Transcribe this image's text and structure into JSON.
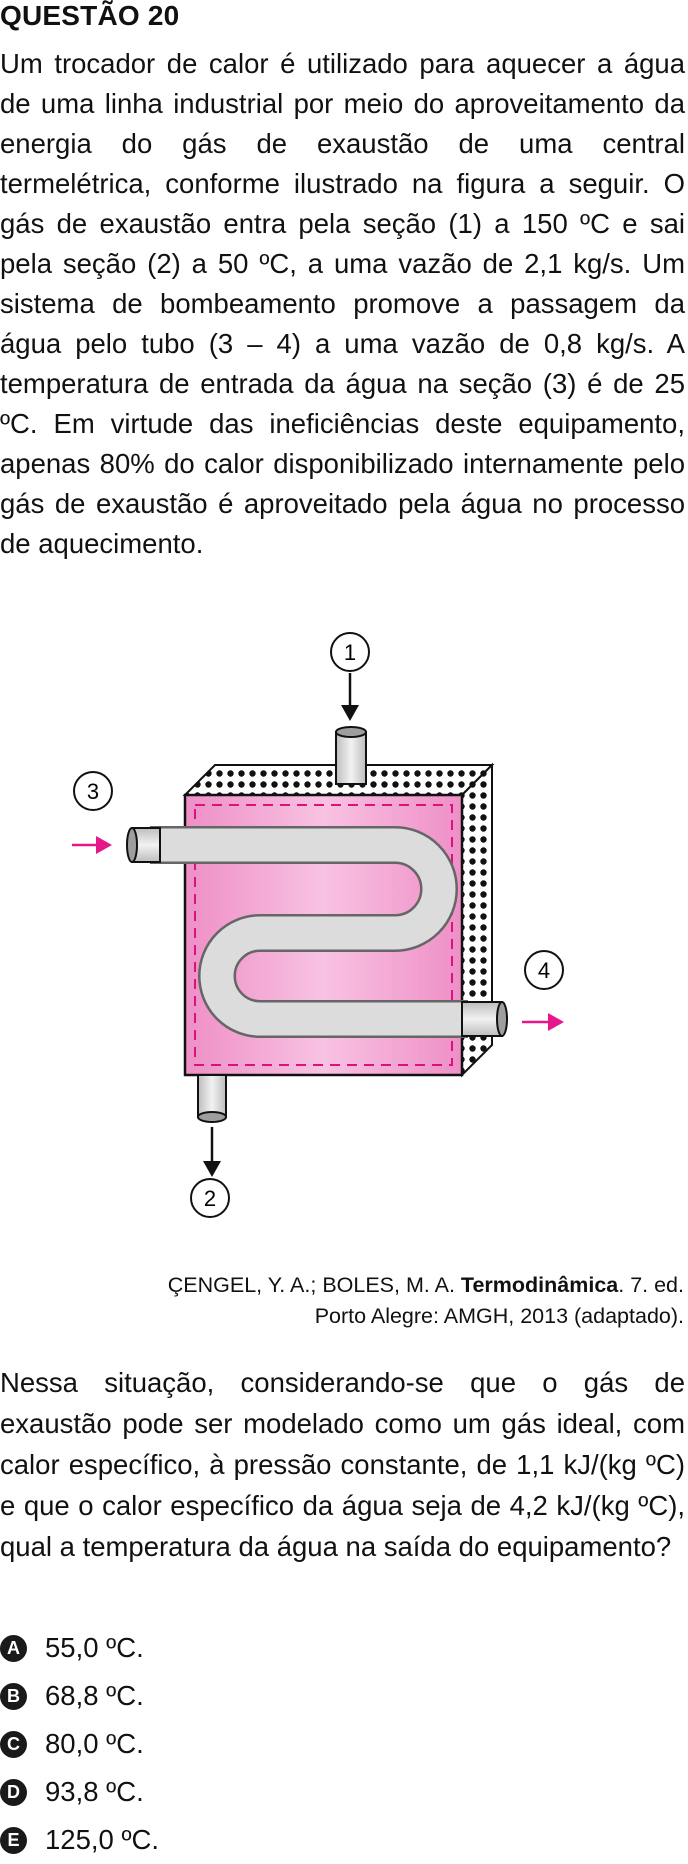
{
  "header": {
    "title": "QUESTÃO 20"
  },
  "stem": "Um trocador de calor é utilizado para aquecer a água de uma linha industrial por meio do aproveitamento da energia do gás de exaustão de uma central termelétrica, conforme ilustrado na figura a seguir. O gás de exaustão entra pela seção (1) a 150 ºC e sai pela seção (2) a 50 ºC, a uma vazão de 2,1 kg/s. Um sistema de bombeamento promove a passagem da água pelo tubo (3 – 4) a uma vazão de 0,8 kg/s. A temperatura de entrada da água na seção (3) é de 25 ºC. Em virtude das ineficiências deste equipamento, apenas 80% do calor disponibilizado internamente pelo gás de exaustão é aproveitado pela água no processo de aquecimento.",
  "figure": {
    "labels": {
      "inlet_gas": "1",
      "outlet_gas": "2",
      "inlet_water": "3",
      "outlet_water": "4"
    },
    "colors": {
      "body": "#f3a6d3",
      "arrow": "#e6178a",
      "tube": "#d9d9d9"
    }
  },
  "source": {
    "authors": "ÇENGEL, Y. A.; BOLES, M. A. ",
    "book": "Termodinâmica",
    "edition": ". 7. ed.",
    "line2": "Porto Alegre: AMGH, 2013 (adaptado)."
  },
  "question": "Nessa situação, considerando-se que o gás de exaustão pode ser modelado como um gás ideal, com calor específico, à pressão constante, de 1,1 kJ/(kg ºC) e que o calor específico da água seja de 4,2 kJ/(kg ºC), qual a temperatura da água na saída do equipamento?",
  "options": [
    {
      "letter": "A",
      "text": "55,0 ºC."
    },
    {
      "letter": "B",
      "text": "68,8 ºC."
    },
    {
      "letter": "C",
      "text": "80,0 ºC."
    },
    {
      "letter": "D",
      "text": "93,8 ºC."
    },
    {
      "letter": "E",
      "text": "125,0 ºC."
    }
  ]
}
